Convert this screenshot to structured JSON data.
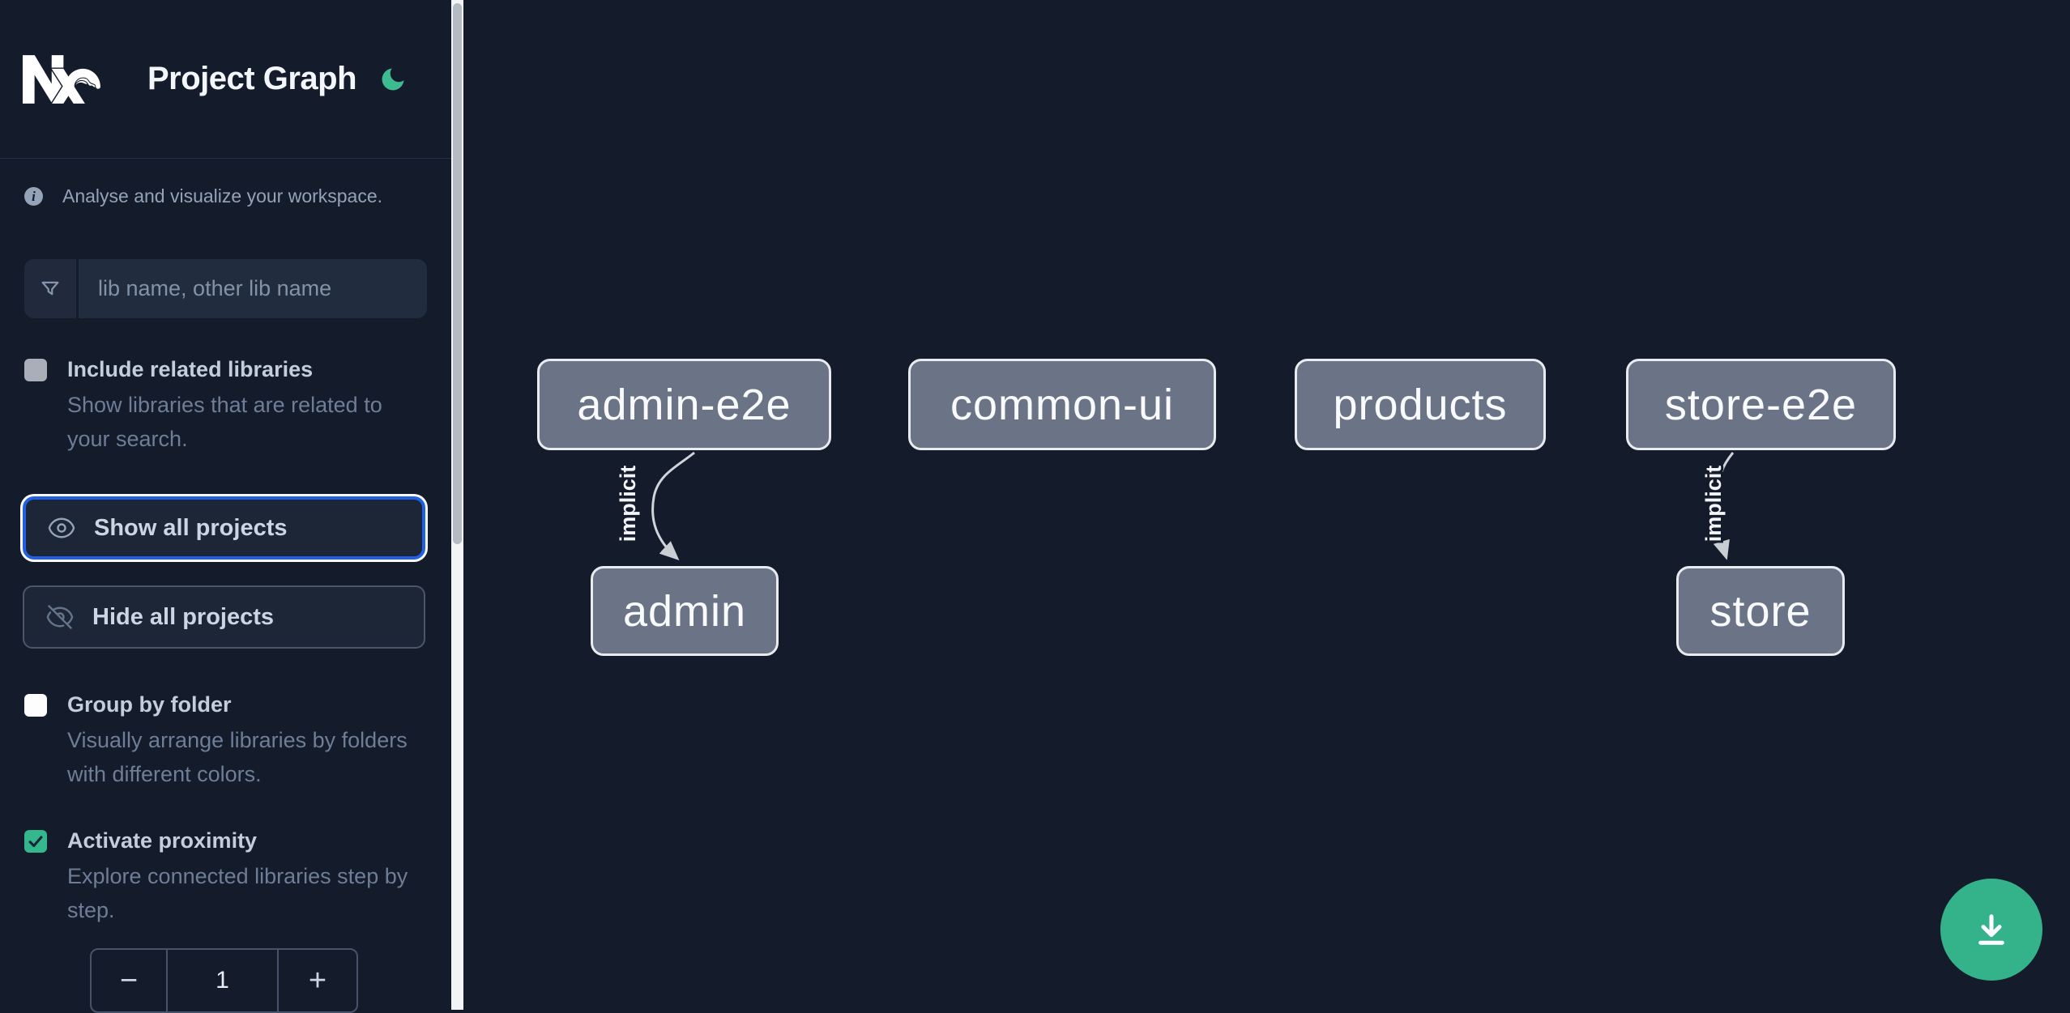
{
  "header": {
    "title": "Project Graph"
  },
  "sidebar": {
    "tagline": "Analyse and visualize your workspace.",
    "info_icon_glyph": "i",
    "filter_placeholder": "lib name, other lib name",
    "include_related": {
      "label": "Include related libraries",
      "description": "Show libraries that are related to your search.",
      "checked": false
    },
    "show_all_label": "Show all projects",
    "hide_all_label": "Hide all projects",
    "group_by_folder": {
      "label": "Group by folder",
      "description": "Visually arrange libraries by folders with different colors.",
      "checked": false
    },
    "activate_proximity": {
      "label": "Activate proximity",
      "description": "Explore connected libraries step by step.",
      "checked": true
    },
    "stepper": {
      "decrement": "−",
      "value": "1",
      "increment": "+"
    }
  },
  "graph": {
    "nodes": [
      "admin-e2e",
      "common-ui",
      "products",
      "store-e2e",
      "admin",
      "store"
    ],
    "edges": [
      {
        "from": "admin-e2e",
        "to": "admin",
        "label": "implicit",
        "type": "implicit"
      },
      {
        "from": "store-e2e",
        "to": "store",
        "label": "implicit",
        "type": "implicit"
      }
    ]
  },
  "colors": {
    "background": "#141b2b",
    "accent_green": "#34b38b",
    "focus_blue": "#2160e2",
    "node_fill": "#6b7487",
    "node_border": "#e9ebee",
    "scrollbar_track": "#f2f4f6",
    "scrollbar_thumb": "#b5bbc3"
  }
}
